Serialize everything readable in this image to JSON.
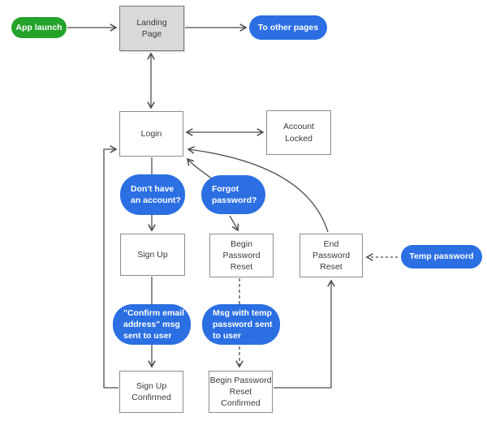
{
  "diagram": {
    "type": "flowchart",
    "colors": {
      "start_pill": "#24a32b",
      "label_pill": "#2b6fe2",
      "page_box_fill": "#d9d9d9",
      "box_border": "#8c8c8c",
      "line": "#4d4d4d",
      "pill_text": "#ffffff",
      "box_text": "#3a3a3a"
    },
    "nodes": {
      "app_launch": {
        "label": "App launch"
      },
      "landing_page": {
        "label": "Landing\nPage"
      },
      "to_other_pages": {
        "label": "To other pages"
      },
      "login": {
        "label": "Login"
      },
      "account_locked": {
        "label": "Account\nLocked"
      },
      "dont_have_account": {
        "label": "Don't have\nan account?"
      },
      "forgot_password": {
        "label": "Forgot\npassword?"
      },
      "sign_up": {
        "label": "Sign Up"
      },
      "begin_password_reset": {
        "label": "Begin\nPassword\nReset"
      },
      "end_password_reset": {
        "label": "End\nPassword\nReset"
      },
      "temp_password": {
        "label": "Temp password"
      },
      "confirm_email_msg": {
        "label": "\"Confirm email\naddress\" msg\nsent to user"
      },
      "msg_temp_password": {
        "label": "Msg with temp\npassword sent\nto user"
      },
      "sign_up_confirmed": {
        "label": "Sign Up\nConfirmed"
      },
      "begin_password_reset_confirmed": {
        "label": "Begin Password\nReset\nConfirmed"
      }
    },
    "edges": [
      {
        "from": "app-launch",
        "to": "landing-page",
        "style": "solid",
        "arrow": "end"
      },
      {
        "from": "landing-page",
        "to": "to-other-pages",
        "style": "solid",
        "arrow": "end"
      },
      {
        "from": "landing-page",
        "to": "login",
        "style": "solid",
        "arrow": "both"
      },
      {
        "from": "login",
        "to": "account-locked",
        "style": "solid",
        "arrow": "both"
      },
      {
        "from": "login",
        "to": "sign-up",
        "style": "solid",
        "arrow": "end",
        "via": "dont-have-account"
      },
      {
        "from": "forgot-password",
        "to": "login",
        "style": "solid",
        "arrow": "end"
      },
      {
        "from": "forgot-password",
        "to": "begin-password-reset",
        "style": "solid",
        "arrow": "end"
      },
      {
        "from": "end-password-reset",
        "to": "login",
        "style": "solid",
        "arrow": "end"
      },
      {
        "from": "sign-up",
        "to": "sign-up-confirmed",
        "style": "solid",
        "arrow": "end",
        "via": "confirm-email-msg"
      },
      {
        "from": "begin-password-reset",
        "to": "begin-password-reset-confirmed",
        "style": "dashed",
        "arrow": "end",
        "via": "msg-temp-password"
      },
      {
        "from": "sign-up-confirmed",
        "to": "login",
        "style": "solid",
        "arrow": "end"
      },
      {
        "from": "begin-password-reset-confirmed",
        "to": "end-password-reset",
        "style": "solid",
        "arrow": "end"
      },
      {
        "from": "temp-password",
        "to": "end-password-reset",
        "style": "dashed",
        "arrow": "end"
      }
    ]
  }
}
